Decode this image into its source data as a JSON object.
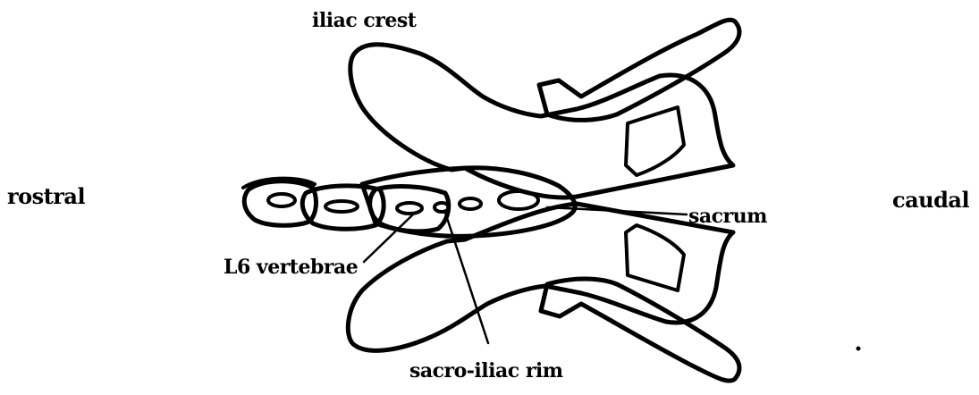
{
  "labels": {
    "iliac_crest": "iliac crest",
    "rostral": "rostral",
    "caudal": "caudal",
    "sacrum": "sacrum",
    "l6_vertebrae": "L6 vertebrae",
    "sacro_iliac_rim": "sacro-iliac rim"
  },
  "colors": {
    "stroke": "#000000",
    "background": "#ffffff"
  }
}
